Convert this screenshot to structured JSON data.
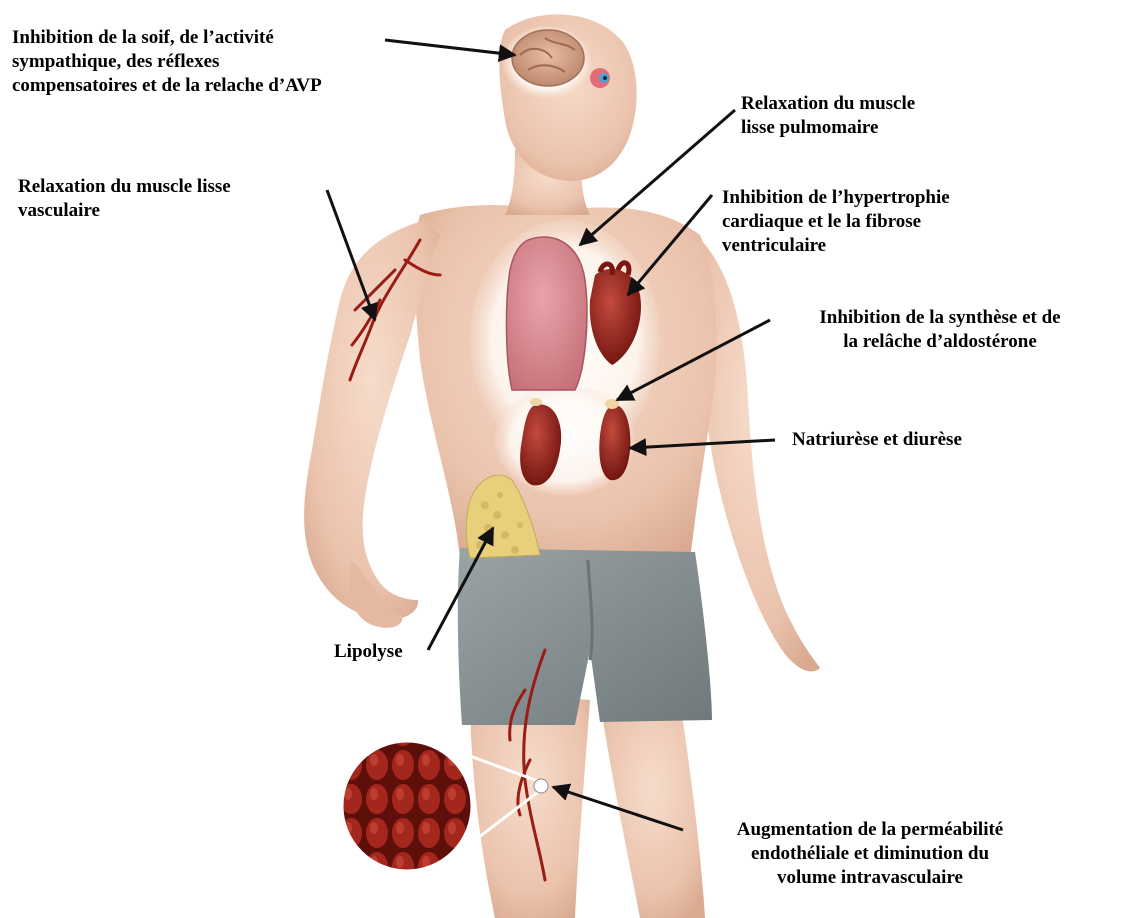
{
  "labels": {
    "brain": [
      "Inhibition de la soif, de l’activité",
      "sympathique, des réflexes",
      "compensatoires et de la relache d’AVP"
    ],
    "lung": [
      "Relaxation du muscle",
      "lisse pulmomaire"
    ],
    "vascular": [
      "Relaxation du muscle lisse",
      "vasculaire"
    ],
    "heart": [
      "Inhibition de l’hypertrophie",
      "cardiaque et le la fibrose",
      "ventriculaire"
    ],
    "adrenal": [
      "Inhibition de la synthèse et de",
      "la relâche d’aldostérone"
    ],
    "kidney": [
      "Natriurèse et diurèse"
    ],
    "fat": [
      "Lipolyse"
    ],
    "endothelium": [
      "Augmentation de la perméabilité",
      "endothéliale et diminution du",
      "volume intravasculaire"
    ]
  },
  "colors": {
    "skin": "#f2d2bf",
    "skin_shadow": "#d9ab93",
    "shorts": "#8c9698",
    "lung": "#d9888f",
    "organ": "#8f1d16",
    "vessel": "#9a1c14",
    "fat": "#e8cf7a",
    "brain": "#d8a68a"
  }
}
